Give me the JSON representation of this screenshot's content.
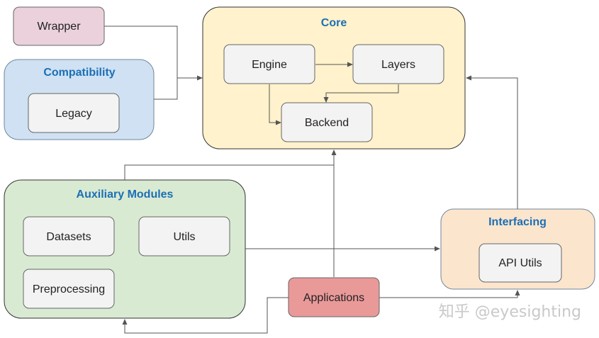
{
  "groups": {
    "core": {
      "title": "Core",
      "fill": "#fff2cc",
      "stroke": "#333333"
    },
    "compatibility": {
      "title": "Compatibility",
      "fill": "#cfe1f3",
      "stroke": "#6f879c"
    },
    "auxiliary": {
      "title": "Auxiliary Modules",
      "fill": "#d9ead3",
      "stroke": "#333333"
    },
    "interfacing": {
      "title": "Interfacing",
      "fill": "#fce5cd",
      "stroke": "#6f879c"
    }
  },
  "boxes": {
    "wrapper": {
      "label": "Wrapper",
      "fill": "#ead1dc"
    },
    "legacy": {
      "label": "Legacy",
      "fill": "#f3f3f3"
    },
    "engine": {
      "label": "Engine",
      "fill": "#f3f3f3"
    },
    "layers": {
      "label": "Layers",
      "fill": "#f3f3f3"
    },
    "backend": {
      "label": "Backend",
      "fill": "#f3f3f3"
    },
    "datasets": {
      "label": "Datasets",
      "fill": "#f3f3f3"
    },
    "utils": {
      "label": "Utils",
      "fill": "#f3f3f3"
    },
    "preprocessing": {
      "label": "Preprocessing",
      "fill": "#f3f3f3"
    },
    "api_utils": {
      "label": "API Utils",
      "fill": "#f3f3f3"
    },
    "applications": {
      "label": "Applications",
      "fill": "#ea9999"
    }
  },
  "edges": [
    {
      "from": "Wrapper",
      "to": "Core"
    },
    {
      "from": "Compatibility",
      "to": "Core"
    },
    {
      "from": "Engine",
      "to": "Layers"
    },
    {
      "from": "Engine",
      "to": "Backend"
    },
    {
      "from": "Layers",
      "to": "Backend"
    },
    {
      "from": "Auxiliary Modules",
      "to": "Core"
    },
    {
      "from": "Auxiliary Modules",
      "to": "Interfacing"
    },
    {
      "from": "Applications",
      "to": "Core"
    },
    {
      "from": "Applications",
      "to": "Auxiliary Modules"
    },
    {
      "from": "Applications",
      "to": "Interfacing"
    },
    {
      "from": "Interfacing",
      "to": "Core"
    }
  ],
  "watermark": "知乎 @eyesighting",
  "colors": {
    "line": "#555555",
    "title": "#1b6fb5",
    "box_stroke": "#666666"
  }
}
